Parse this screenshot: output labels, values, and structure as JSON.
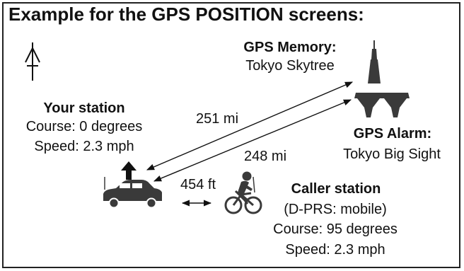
{
  "title": "Example for the GPS POSITION screens:",
  "your_station": {
    "heading": "Your station",
    "course": "Course: 0 degrees",
    "speed": "Speed: 2.3 mph"
  },
  "gps_memory": {
    "heading": "GPS Memory:",
    "name": "Tokyo Skytree"
  },
  "gps_alarm": {
    "heading": "GPS Alarm:",
    "name": "Tokyo Big Sight"
  },
  "caller_station": {
    "heading": "Caller station",
    "mode": "(D-PRS: mobile)",
    "course": "Course: 95 degrees",
    "speed": "Speed: 2.3 mph"
  },
  "distances": {
    "to_memory": "251 mi",
    "to_alarm": "248 mi",
    "to_caller": "454 ft"
  },
  "icons": [
    "north-arrow-icon",
    "car-icon",
    "heading-arrow-icon",
    "cyclist-icon",
    "tower-icon",
    "big-sight-icon"
  ],
  "colors": {
    "icon": "#3a3a3a",
    "line": "#111111"
  }
}
